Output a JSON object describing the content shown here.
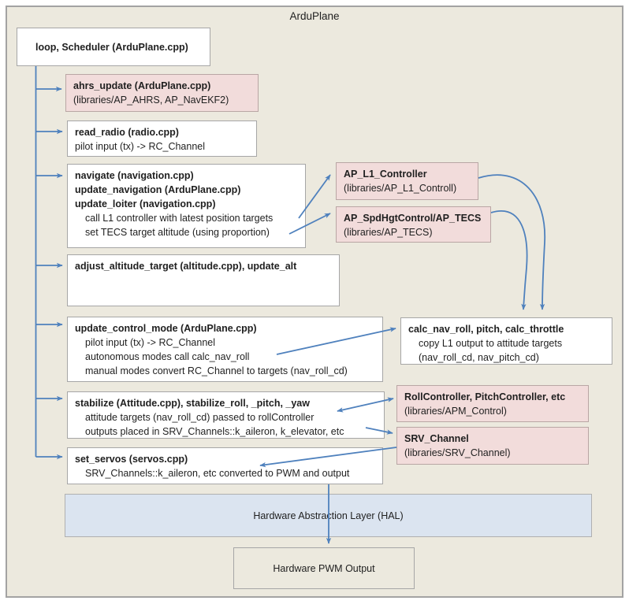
{
  "title": "ArduPlane",
  "colors": {
    "background": "#ece9de",
    "box_white": "#ffffff",
    "box_pink": "#f2dcdb",
    "box_blue": "#dbe4f0",
    "arrow_blue": "#4f81bd"
  },
  "boxes": {
    "loop": {
      "title": "loop, Scheduler (ArduPlane.cpp)"
    },
    "ahrs": {
      "title": "ahrs_update (ArduPlane.cpp)",
      "lines": [
        "(libraries/AP_AHRS, AP_NavEKF2)"
      ]
    },
    "read_radio": {
      "title": "read_radio (radio.cpp)",
      "lines": [
        "pilot input (tx) -> RC_Channel"
      ]
    },
    "navigate": {
      "title_lines": [
        "navigate (navigation.cpp)",
        "update_navigation (ArduPlane.cpp)",
        "update_loiter (navigation.cpp)"
      ],
      "lines": [
        "call L1 controller with latest position targets",
        "set TECS target altitude (using proportion)"
      ]
    },
    "adjust": {
      "title": "adjust_altitude_target (altitude.cpp), update_alt"
    },
    "update_control": {
      "title": "update_control_mode (ArduPlane.cpp)",
      "lines": [
        "pilot input (tx) -> RC_Channel",
        "autonomous modes call calc_nav_roll",
        "manual modes convert RC_Channel to targets (nav_roll_cd)"
      ]
    },
    "stabilize": {
      "title": "stabilize (Attitude.cpp), stabilize_roll, _pitch, _yaw",
      "lines": [
        "attitude targets (nav_roll_cd) passed to rollController",
        "outputs placed in SRV_Channels::k_aileron, k_elevator, etc"
      ]
    },
    "set_servos": {
      "title": "set_servos (servos.cpp)",
      "lines": [
        "SRV_Channels::k_aileron, etc converted to PWM and output"
      ]
    },
    "ap_l1": {
      "title": "AP_L1_Controller",
      "lines": [
        "(libraries/AP_L1_Controll)"
      ]
    },
    "ap_tecs": {
      "title": "AP_SpdHgtControl/AP_TECS",
      "lines": [
        "(libraries/AP_TECS)"
      ]
    },
    "calc_nav": {
      "title": "calc_nav_roll, pitch, calc_throttle",
      "lines": [
        "copy L1 output to attitude targets",
        "(nav_roll_cd, nav_pitch_cd)"
      ]
    },
    "roll_controller": {
      "title": "RollController, PitchController, etc",
      "lines": [
        "(libraries/APM_Control)"
      ]
    },
    "srv_channel": {
      "title": "SRV_Channel",
      "lines": [
        "(libraries/SRV_Channel)"
      ]
    },
    "hal": {
      "title": "Hardware Abstraction Layer (HAL)"
    },
    "pwm": {
      "title": "Hardware PWM Output"
    }
  }
}
